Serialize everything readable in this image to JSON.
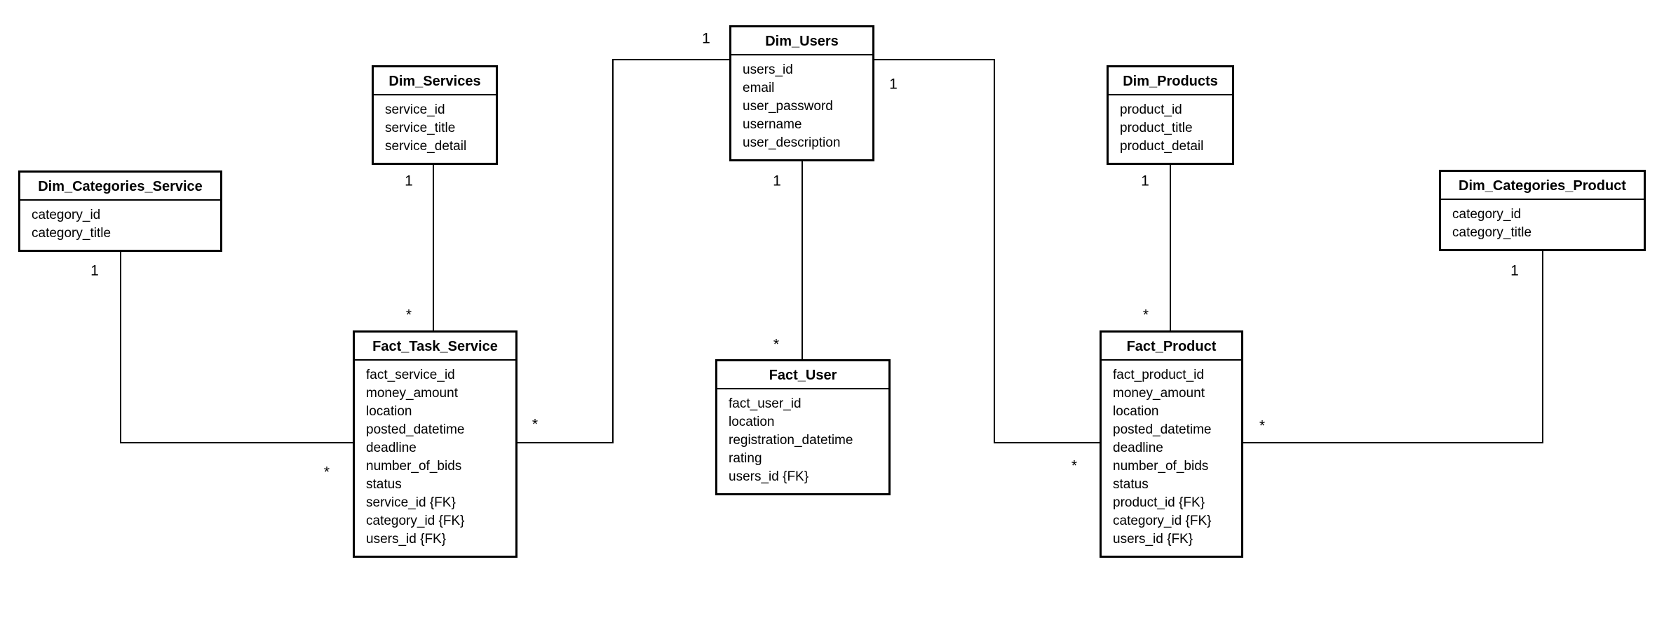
{
  "diagram_type": "entity-relationship",
  "colors": {
    "background": "#ffffff",
    "line": "#000000",
    "text": "#000000",
    "entity_fill": "#ffffff"
  },
  "entities": [
    {
      "title": "Dim_Categories_Service",
      "fields": [
        "category_id",
        "category_title"
      ]
    },
    {
      "title": "Dim_Services",
      "fields": [
        "service_id",
        "service_title",
        "service_detail"
      ]
    },
    {
      "title": "Dim_Users",
      "fields": [
        "users_id",
        "email",
        "user_password",
        "username",
        "user_description"
      ]
    },
    {
      "title": "Dim_Products",
      "fields": [
        "product_id",
        "product_title",
        "product_detail"
      ]
    },
    {
      "title": "Dim_Categories_Product",
      "fields": [
        "category_id",
        "category_title"
      ]
    },
    {
      "title": "Fact_Task_Service",
      "fields": [
        "fact_service_id",
        "money_amount",
        "location",
        "posted_datetime",
        "deadline",
        "number_of_bids",
        "status",
        "service_id {FK}",
        "category_id {FK}",
        "users_id {FK}"
      ]
    },
    {
      "title": "Fact_User",
      "fields": [
        "fact_user_id",
        "location",
        "registration_datetime",
        "rating",
        "users_id {FK}"
      ]
    },
    {
      "title": "Fact_Product",
      "fields": [
        "fact_product_id",
        "money_amount",
        "location",
        "posted_datetime",
        "deadline",
        "number_of_bids",
        "status",
        "product_id {FK}",
        "category_id {FK}",
        "users_id {FK}"
      ]
    }
  ],
  "relationships": [
    {
      "from": "Dim_Services",
      "to": "Fact_Task_Service",
      "from_card": "1",
      "to_card": "*"
    },
    {
      "from": "Dim_Users",
      "to": "Fact_User",
      "from_card": "1",
      "to_card": "*"
    },
    {
      "from": "Dim_Products",
      "to": "Fact_Product",
      "from_card": "1",
      "to_card": "*"
    },
    {
      "from": "Dim_Categories_Service",
      "to": "Fact_Task_Service",
      "from_card": "1",
      "to_card": "*"
    },
    {
      "from": "Dim_Categories_Product",
      "to": "Fact_Product",
      "from_card": "1",
      "to_card": "*"
    },
    {
      "from": "Dim_Users",
      "to": "Fact_Task_Service",
      "from_card": "1",
      "to_card": "*"
    },
    {
      "from": "Dim_Users",
      "to": "Fact_Product",
      "from_card": "1",
      "to_card": "*"
    }
  ]
}
